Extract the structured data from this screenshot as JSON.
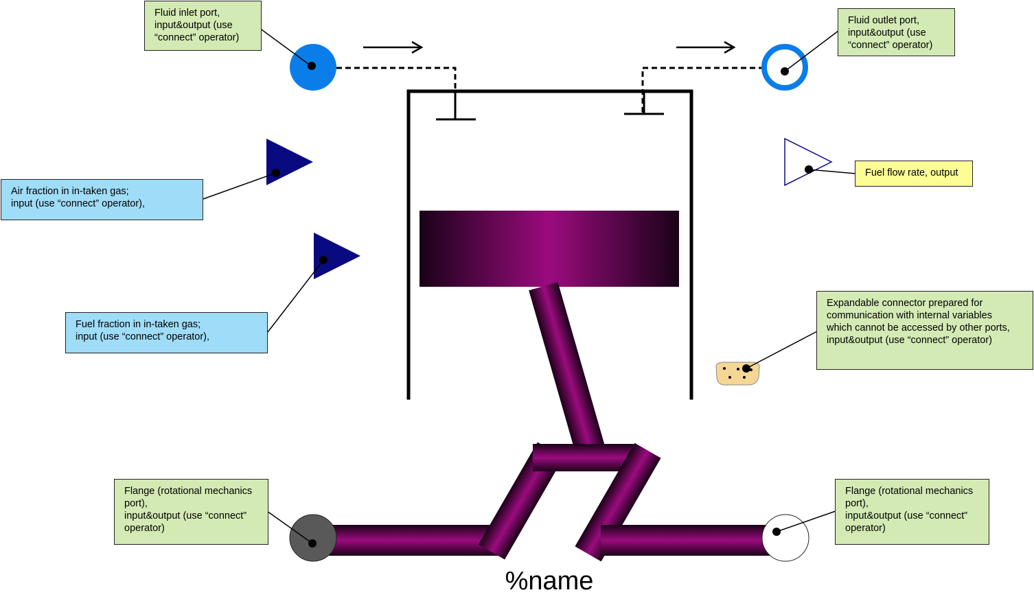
{
  "model_name": "%name",
  "colors": {
    "rod_mid": "#9b0b7e",
    "rod_dark": "#1a0218",
    "fluid_port": "#0a7de8",
    "signal_input": "#0a0a80",
    "flange_dark": "#595959",
    "expandable_connector": "#f6d695",
    "callout_green": "#d3eab4",
    "callout_blue": "#9fdcf7",
    "callout_yellow": "#fdfd96"
  },
  "callouts": {
    "fluid_inlet": "Fluid inlet port,\ninput&output (use\n“connect” operator)",
    "fluid_outlet": "Fluid outlet port,\ninput&output (use\n“connect” operator)",
    "air_fraction": "Air fraction in in-taken gas;\ninput (use “connect” operator),",
    "fuel_fraction": "Fuel fraction in in-taken gas;\ninput (use “connect” operator),",
    "fuel_flow_rate": "Fuel flow rate, output",
    "expandable_connector": "Expandable connector prepared for\ncommunication with internal variables\nwhich cannot be accessed by other ports,\ninput&output  (use “connect” operator)",
    "flange_left": "Flange (rotational mechanics\nport),\ninput&output (use “connect”\noperator)",
    "flange_right": "Flange (rotational mechanics\nport),\ninput&output (use “connect”\noperator)"
  }
}
